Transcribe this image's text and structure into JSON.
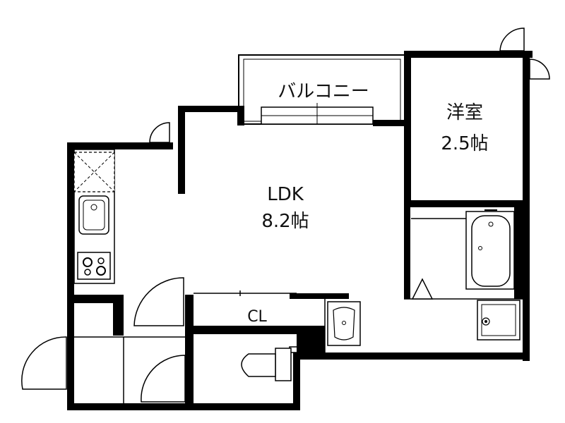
{
  "plan": {
    "rooms": {
      "balcony": {
        "name": "バルコニー"
      },
      "western_room": {
        "name": "洋室",
        "size": "2.5帖"
      },
      "ldk": {
        "name": "LDK",
        "size": "8.2帖"
      },
      "closet": {
        "name": "CL"
      }
    },
    "colors": {
      "wall": "#000000",
      "line": "#333333",
      "fill": "#ffffff"
    },
    "fixtures": [
      "sink-icon",
      "stove-icon",
      "bathtub-icon",
      "toilet-icon",
      "washbasin-icon",
      "washing-machine-pan-icon",
      "refrigerator-space-icon"
    ]
  }
}
